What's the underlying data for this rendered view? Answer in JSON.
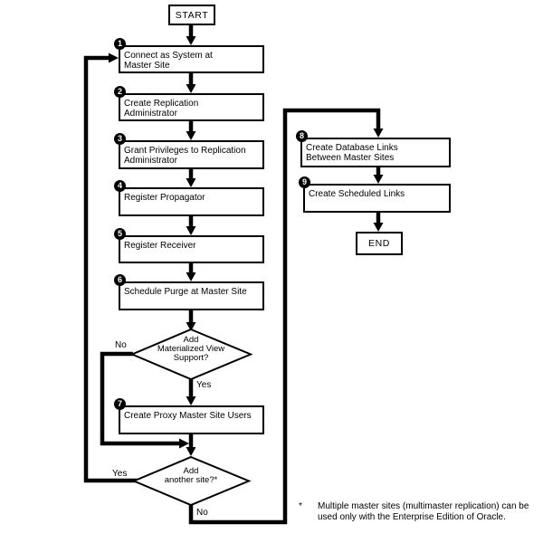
{
  "flowchart": {
    "terminals": {
      "start": "START",
      "end": "END"
    },
    "steps": [
      {
        "num": "1",
        "lines": [
          "Connect as System at",
          "Master Site"
        ]
      },
      {
        "num": "2",
        "lines": [
          "Create Replication",
          "Administrator"
        ]
      },
      {
        "num": "3",
        "lines": [
          "Grant Privileges to Replication",
          "Administrator"
        ]
      },
      {
        "num": "4",
        "lines": [
          "Register Propagator"
        ]
      },
      {
        "num": "5",
        "lines": [
          "Register Receiver"
        ]
      },
      {
        "num": "6",
        "lines": [
          "Schedule Purge at Master Site"
        ]
      },
      {
        "num": "7",
        "lines": [
          "Create Proxy Master Site Users"
        ]
      },
      {
        "num": "8",
        "lines": [
          "Create Database Links",
          "Between Master Sites"
        ]
      },
      {
        "num": "9",
        "lines": [
          "Create Scheduled Links"
        ]
      }
    ],
    "decisions": [
      {
        "lines": [
          "Add",
          "Materialized View",
          "Support?"
        ],
        "yes_label": "Yes",
        "no_label": "No"
      },
      {
        "lines": [
          "Add",
          "another site?*"
        ],
        "yes_label": "Yes",
        "no_label": "No"
      }
    ],
    "footnote": {
      "marker": "*",
      "lines": [
        "Multiple master sites (multimaster replication) can be",
        "used only with the Enterprise Edition of Oracle."
      ]
    },
    "colors": {
      "line": "#000000",
      "background": "#ffffff"
    }
  }
}
